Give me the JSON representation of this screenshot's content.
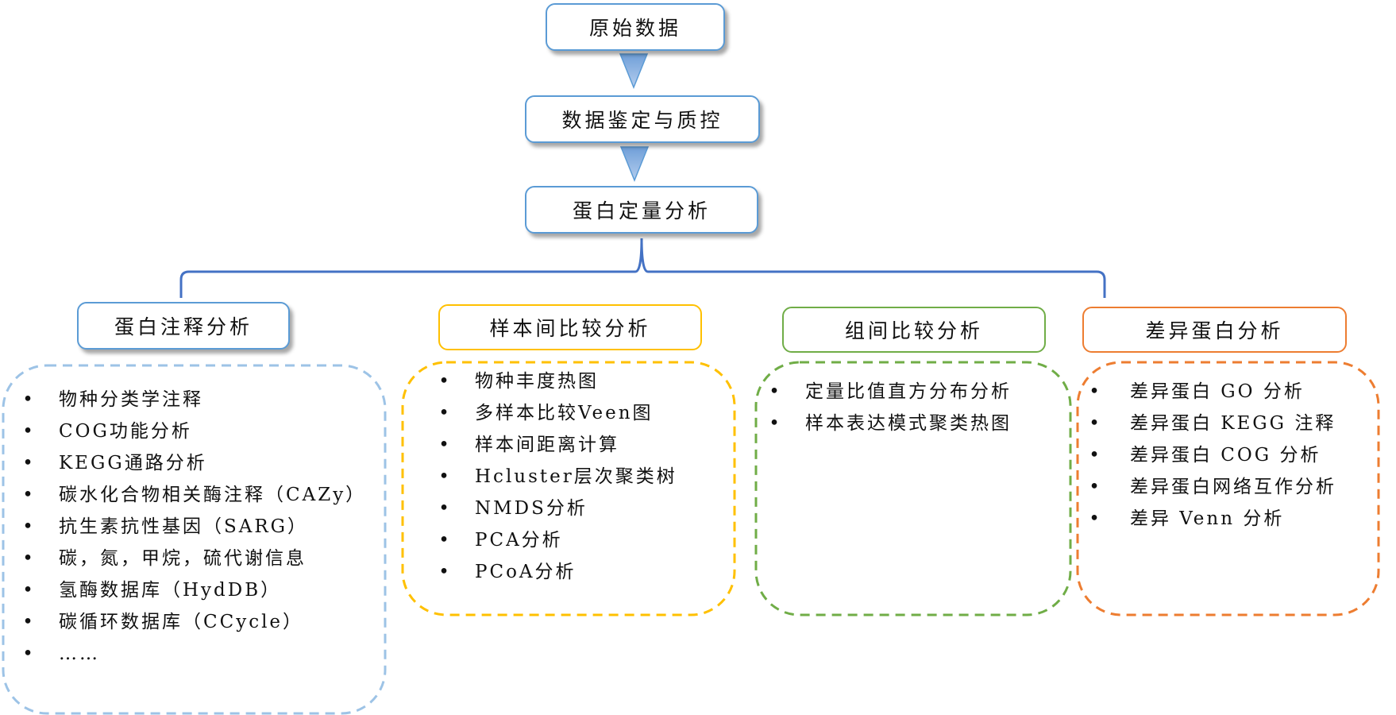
{
  "flow": {
    "step1": "原始数据",
    "step2": "数据鉴定与质控",
    "step3": "蛋白定量分析"
  },
  "colors": {
    "connector": "#4472c4",
    "arrow_fill": "#8db3e2",
    "blue": "#5b9bd5",
    "blue_dashed": "#9dc3e6",
    "yellow": "#ffc000",
    "green": "#70ad47",
    "orange": "#ed7d31"
  },
  "branches": [
    {
      "title": "蛋白注释分析",
      "items": [
        "物种分类学注释",
        " COG功能分析",
        "KEGG通路分析",
        "碳水化合物相关酶注释（CAZy）",
        "抗生素抗性基因（SARG）",
        "碳，氮，甲烷，硫代谢信息",
        "氢酶数据库（HydDB）",
        "碳循环数据库（CCycle）",
        "……"
      ]
    },
    {
      "title": "样本间比较分析",
      "items": [
        "物种丰度热图",
        "多样本比较Veen图",
        "样本间距离计算",
        "Hcluster层次聚类树",
        "NMDS分析",
        "PCA分析",
        "PCoA分析"
      ]
    },
    {
      "title": "组间比较分析",
      "items": [
        "定量比值直方分布分析",
        "样本表达模式聚类热图"
      ]
    },
    {
      "title": "差异蛋白分析",
      "items": [
        "差异蛋白 GO 分析",
        "差异蛋白 KEGG 注释",
        "差异蛋白 COG 分析",
        "差异蛋白网络互作分析",
        "差异 Venn 分析"
      ]
    }
  ],
  "bullet": "•"
}
